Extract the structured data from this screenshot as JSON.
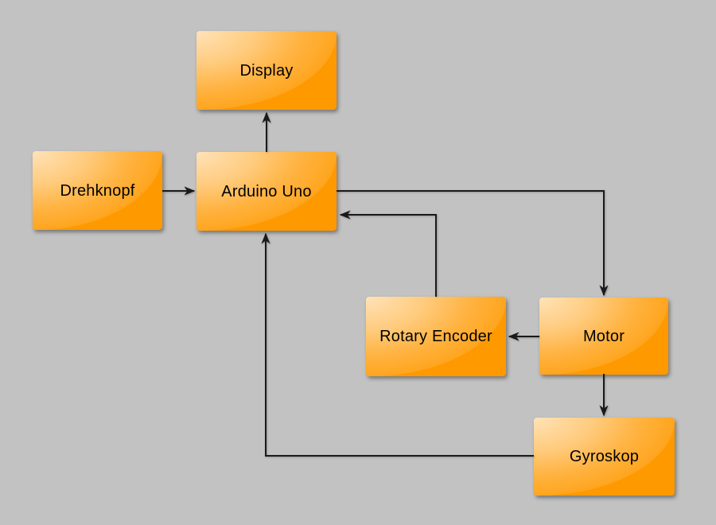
{
  "diagram": {
    "background_color": "#c2c2c2",
    "node_fill_color": "#ff9900",
    "node_highlight_color": "#ffe0b3",
    "connector_color": "#1a1a1a",
    "label_color": "#000000",
    "nodes": [
      {
        "id": "display",
        "label": "Display"
      },
      {
        "id": "drehknopf",
        "label": "Drehknopf"
      },
      {
        "id": "arduino-uno",
        "label": "Arduino Uno"
      },
      {
        "id": "rotary-encoder",
        "label": "Rotary Encoder"
      },
      {
        "id": "motor",
        "label": "Motor"
      },
      {
        "id": "gyroskop",
        "label": "Gyroskop"
      }
    ],
    "edges": [
      {
        "from": "Drehknopf",
        "to": "Arduino Uno"
      },
      {
        "from": "Arduino Uno",
        "to": "Display"
      },
      {
        "from": "Arduino Uno",
        "to": "Motor"
      },
      {
        "from": "Motor",
        "to": "Rotary Encoder"
      },
      {
        "from": "Rotary Encoder",
        "to": "Arduino Uno"
      },
      {
        "from": "Motor",
        "to": "Gyroskop"
      },
      {
        "from": "Gyroskop",
        "to": "Arduino Uno"
      }
    ]
  }
}
